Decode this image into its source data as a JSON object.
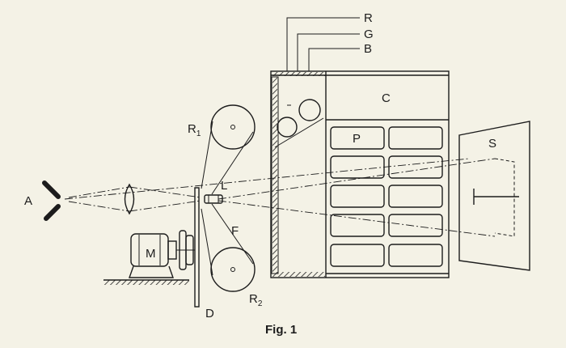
{
  "labels": {
    "R": "R",
    "G": "G",
    "B": "B",
    "C": "C",
    "P": "P",
    "S": "S",
    "R1": "R",
    "R1_sub": "1",
    "R2": "R",
    "R2_sub": "2",
    "A": "A",
    "L": "L",
    "F": "F",
    "M": "M",
    "D": "D"
  },
  "caption": "Fig. 1"
}
